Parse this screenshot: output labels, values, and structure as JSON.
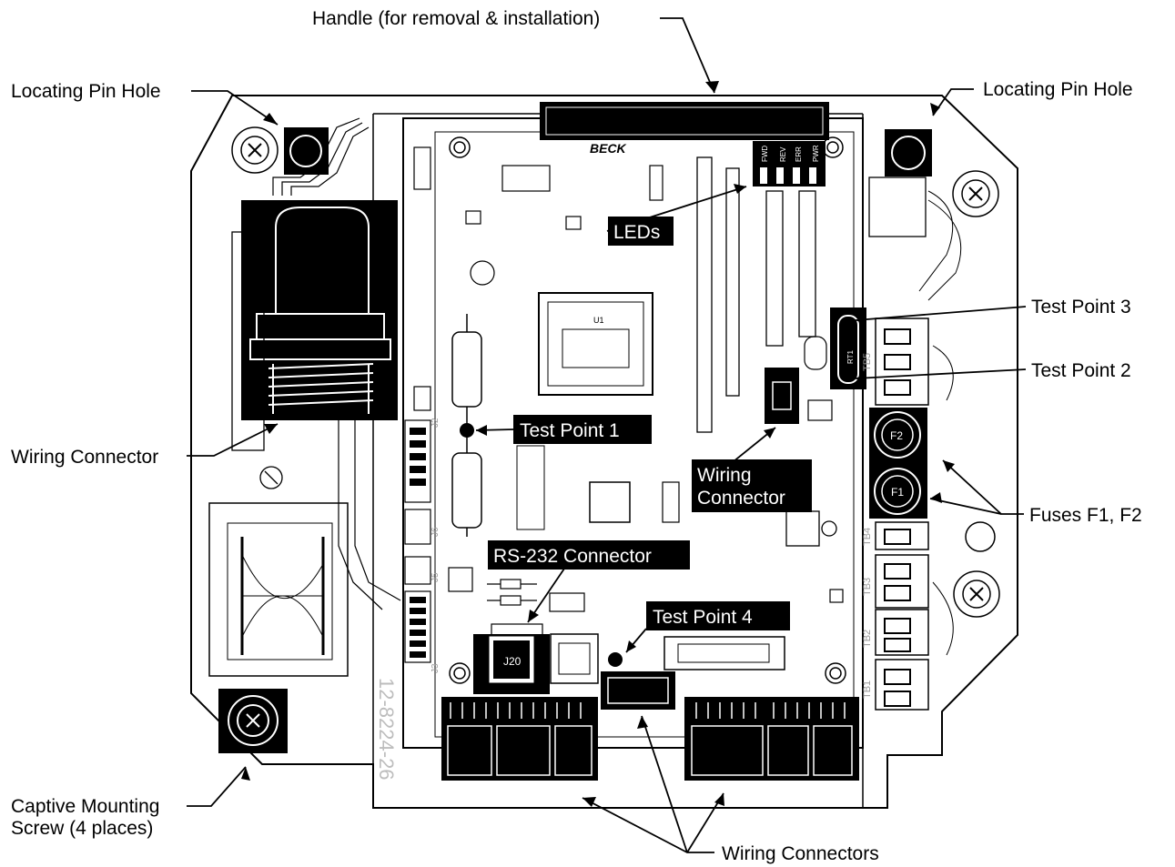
{
  "labels": {
    "handle": "Handle (for removal & installation)",
    "locating_pin_left": "Locating Pin Hole",
    "locating_pin_right": "Locating Pin Hole",
    "leds": "LEDs",
    "test_point_1": "Test Point 1",
    "test_point_2": "Test Point 2",
    "test_point_3": "Test Point 3",
    "test_point_4": "Test Point 4",
    "wiring_connector_left": "Wiring Connector",
    "wiring_connector_center_line1": "Wiring",
    "wiring_connector_center_line2": "Connector",
    "rs232": "RS-232 Connector",
    "fuses": "Fuses F1, F2",
    "captive_screw_line1": "Captive Mounting",
    "captive_screw_line2": "Screw (4 places)",
    "wiring_connectors": "Wiring Connectors"
  },
  "board_marks": {
    "brand": "BECK",
    "led_labels": [
      "FWD",
      "REV",
      "ERR",
      "PWR"
    ],
    "fuse_f1": "F1",
    "fuse_f2": "F2",
    "j20": "J20",
    "rt1": "RT1",
    "terminal_blocks": [
      "TB5",
      "TB4",
      "TB3",
      "TB2",
      "TB1"
    ],
    "jacks": [
      "J2",
      "J6",
      "J5",
      "J3"
    ],
    "u1": "U1",
    "part_number": "12-8224-26"
  },
  "colors": {
    "ink": "#000000",
    "paper": "#ffffff",
    "faint": "#bdbdbd"
  }
}
